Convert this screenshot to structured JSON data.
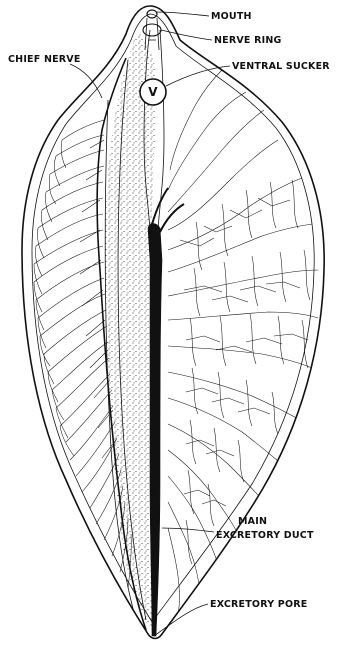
{
  "figure": {
    "labels": {
      "mouth": "MOUTH",
      "nerve_ring": "NERVE RING",
      "ventral_sucker": "VENTRAL SUCKER",
      "chief_nerve": "CHIEF NERVE",
      "main_excretory_duct_line1": "MAIN",
      "main_excretory_duct_line2": "EXCRETORY DUCT",
      "excretory_pore": "EXCRETORY PORE",
      "sucker_letter": "V"
    },
    "ink_color": "#111111",
    "paper_color": "#ffffff"
  }
}
